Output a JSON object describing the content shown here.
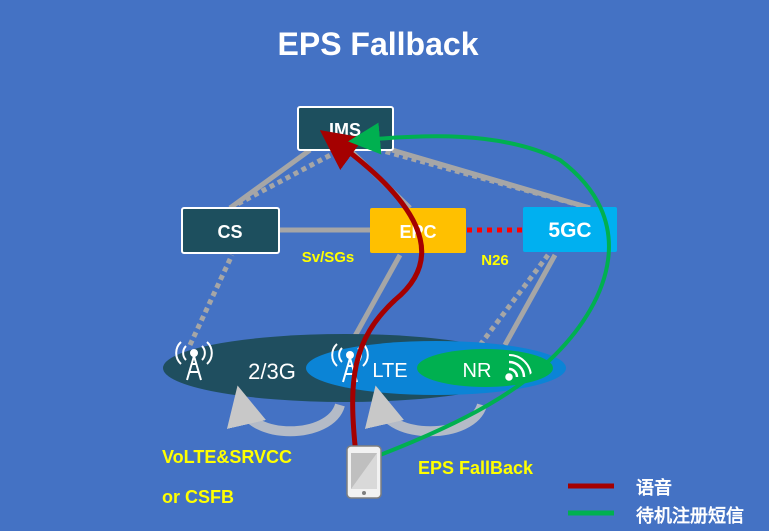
{
  "title": "EPS Fallback",
  "nodes": {
    "ims": "IMS",
    "cs": "CS",
    "epc": "EPC",
    "fivegc": "5GC"
  },
  "links": {
    "sv_sgs": "Sv/SGs",
    "n26": "N26"
  },
  "access": {
    "g23": "2/3G",
    "lte": "LTE",
    "nr": "NR"
  },
  "annotations": {
    "volte_line1": "VoLTE&SRVCC",
    "volte_line2": "or CSFB",
    "eps_fallback": "EPS FallBack"
  },
  "legend": [
    {
      "label": "语音",
      "color": "#a50000"
    },
    {
      "label": "待机注册短信",
      "color": "#00b050"
    }
  ],
  "colors": {
    "background": "#4472c4",
    "node_dark": "#1d4f5e",
    "node_orange": "#ffc000",
    "node_cyan": "#00b0f0",
    "label_yellow": "#ffff00",
    "red_path": "#a50000",
    "green_path": "#00b050",
    "n26_dots": "#ff0000",
    "ellipse_dark": "#1f4e5f",
    "ellipse_blue": "#0b84d6",
    "ellipse_green": "#00b050",
    "link_gray": "#a6a6a6"
  }
}
